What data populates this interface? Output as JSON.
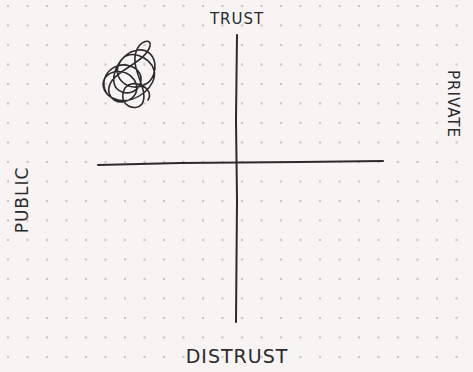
{
  "diagram": {
    "labels": [
      "TRUST",
      "PUBLIC",
      "PRIVATE",
      "DISTRUST"
    ]
  }
}
